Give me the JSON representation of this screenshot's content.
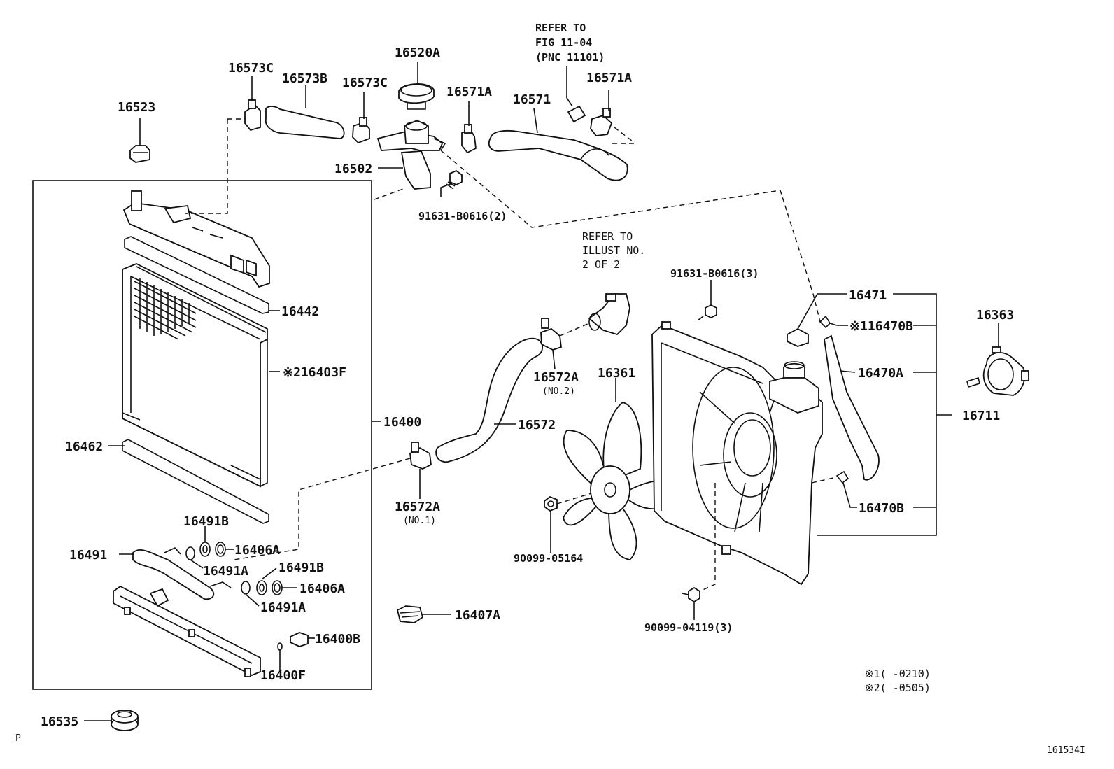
{
  "labels": {
    "p16523": "16523",
    "p16573c_a": "16573C",
    "p16573b": "16573B",
    "p16573c_b": "16573C",
    "p16520a": "16520A",
    "p16571a_a": "16571A",
    "p16571": "16571",
    "p16571a_b": "16571A",
    "p16502": "16502",
    "bolt_a": "91631-B0616(2)",
    "p16442": "16442",
    "p16403f": "※216403F",
    "p16400": "16400",
    "p16462": "16462",
    "p16491b_a": "16491B",
    "p16491": "16491",
    "p16406a_a": "16406A",
    "p16491a_a": "16491A",
    "p16491b_b": "16491B",
    "p16406a_b": "16406A",
    "p16491a_b": "16491A",
    "p16400b": "16400B",
    "p16400f": "16400F",
    "p16535": "16535",
    "p16407a": "16407A",
    "p16572a_top": "16572A",
    "p16572a_top_sub": "(NO.2)",
    "p16572": "16572",
    "p16572a_bot": "16572A",
    "p16572a_bot_sub": "(NO.1)",
    "p16361": "16361",
    "nut_a": "90099-05164",
    "bolt_b": "91631-B0616(3)",
    "bolt_c": "90099-04119(3)",
    "p16471": "16471",
    "p16470b_a": "※116470B",
    "p16470a": "16470A",
    "p16711": "16711",
    "p16470b_b": "16470B",
    "p16363": "16363"
  },
  "refer_top": [
    "REFER TO",
    "FIG 11-04",
    "(PNC 11101)"
  ],
  "refer_mid": [
    "REFER TO",
    "ILLUST NO.",
    "2 OF 2"
  ],
  "notes": [
    "※1(    -0210)",
    "※2(    -0505)"
  ],
  "corner_left": "P",
  "corner_right": "161534I"
}
